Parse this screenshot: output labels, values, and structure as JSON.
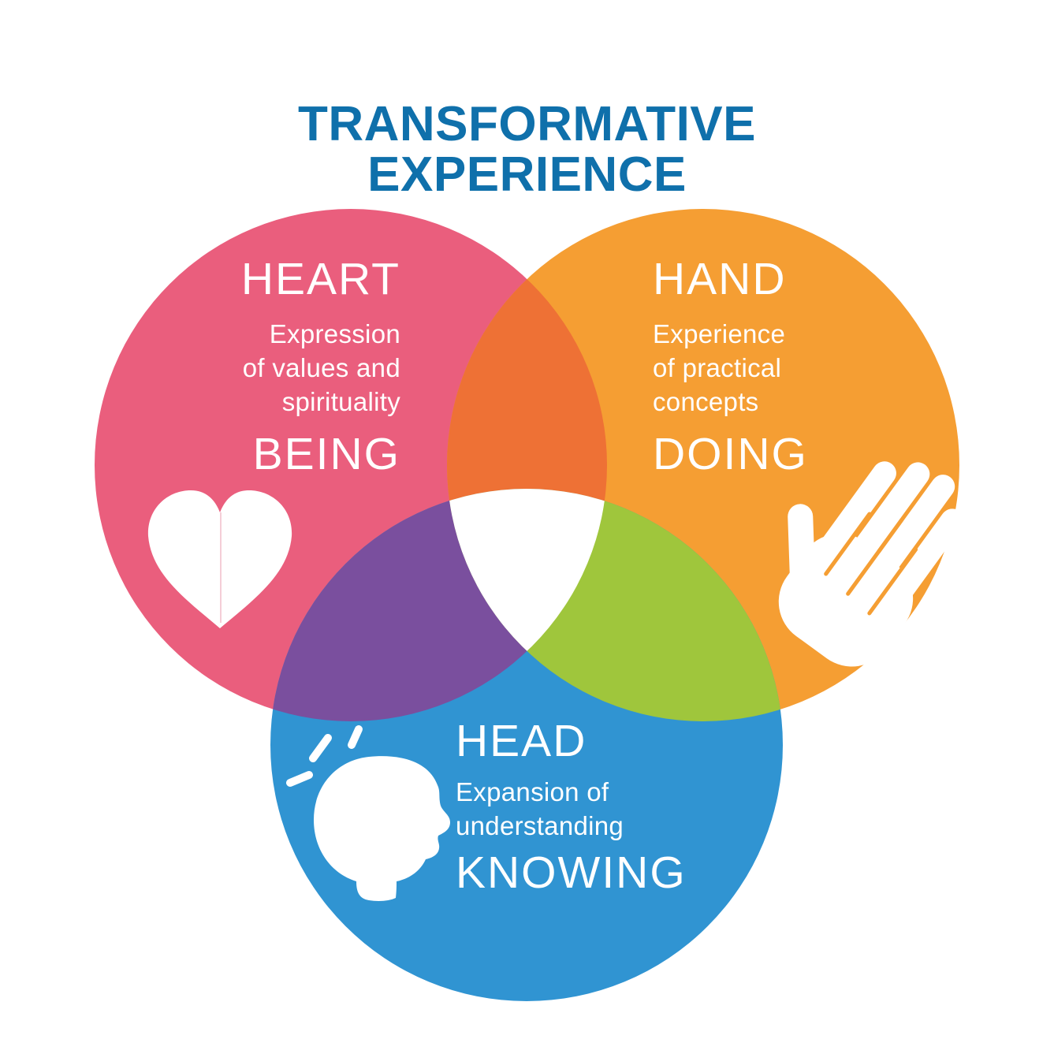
{
  "title": {
    "line1": "TRANSFORMATIVE",
    "line2": "EXPERIENCE"
  },
  "colors": {
    "title_text": "#0F70AB",
    "label_text": "#FFFFFF",
    "heart_circle": "#EA5E7D",
    "hand_circle": "#F59E33",
    "head_circle": "#3094D2",
    "heart_hand_overlap": "#EE7135",
    "heart_head_overlap": "#7A4F9E",
    "hand_head_overlap": "#9FC63C",
    "center_overlap": "#FFFFFF",
    "icons": "#FFFFFF"
  },
  "circles": {
    "heart": {
      "heading": "HEART",
      "description_lines": [
        "Expression",
        "of values and",
        "spirituality"
      ],
      "keyword": "BEING",
      "icon": "heart-icon"
    },
    "hand": {
      "heading": "HAND",
      "description_lines": [
        "Experience",
        "of practical",
        "concepts"
      ],
      "keyword": "DOING",
      "icon": "hand-icon"
    },
    "head": {
      "heading": "HEAD",
      "description_lines": [
        "Expansion of",
        "understanding"
      ],
      "keyword": "KNOWING",
      "icon": "head-icon"
    }
  }
}
